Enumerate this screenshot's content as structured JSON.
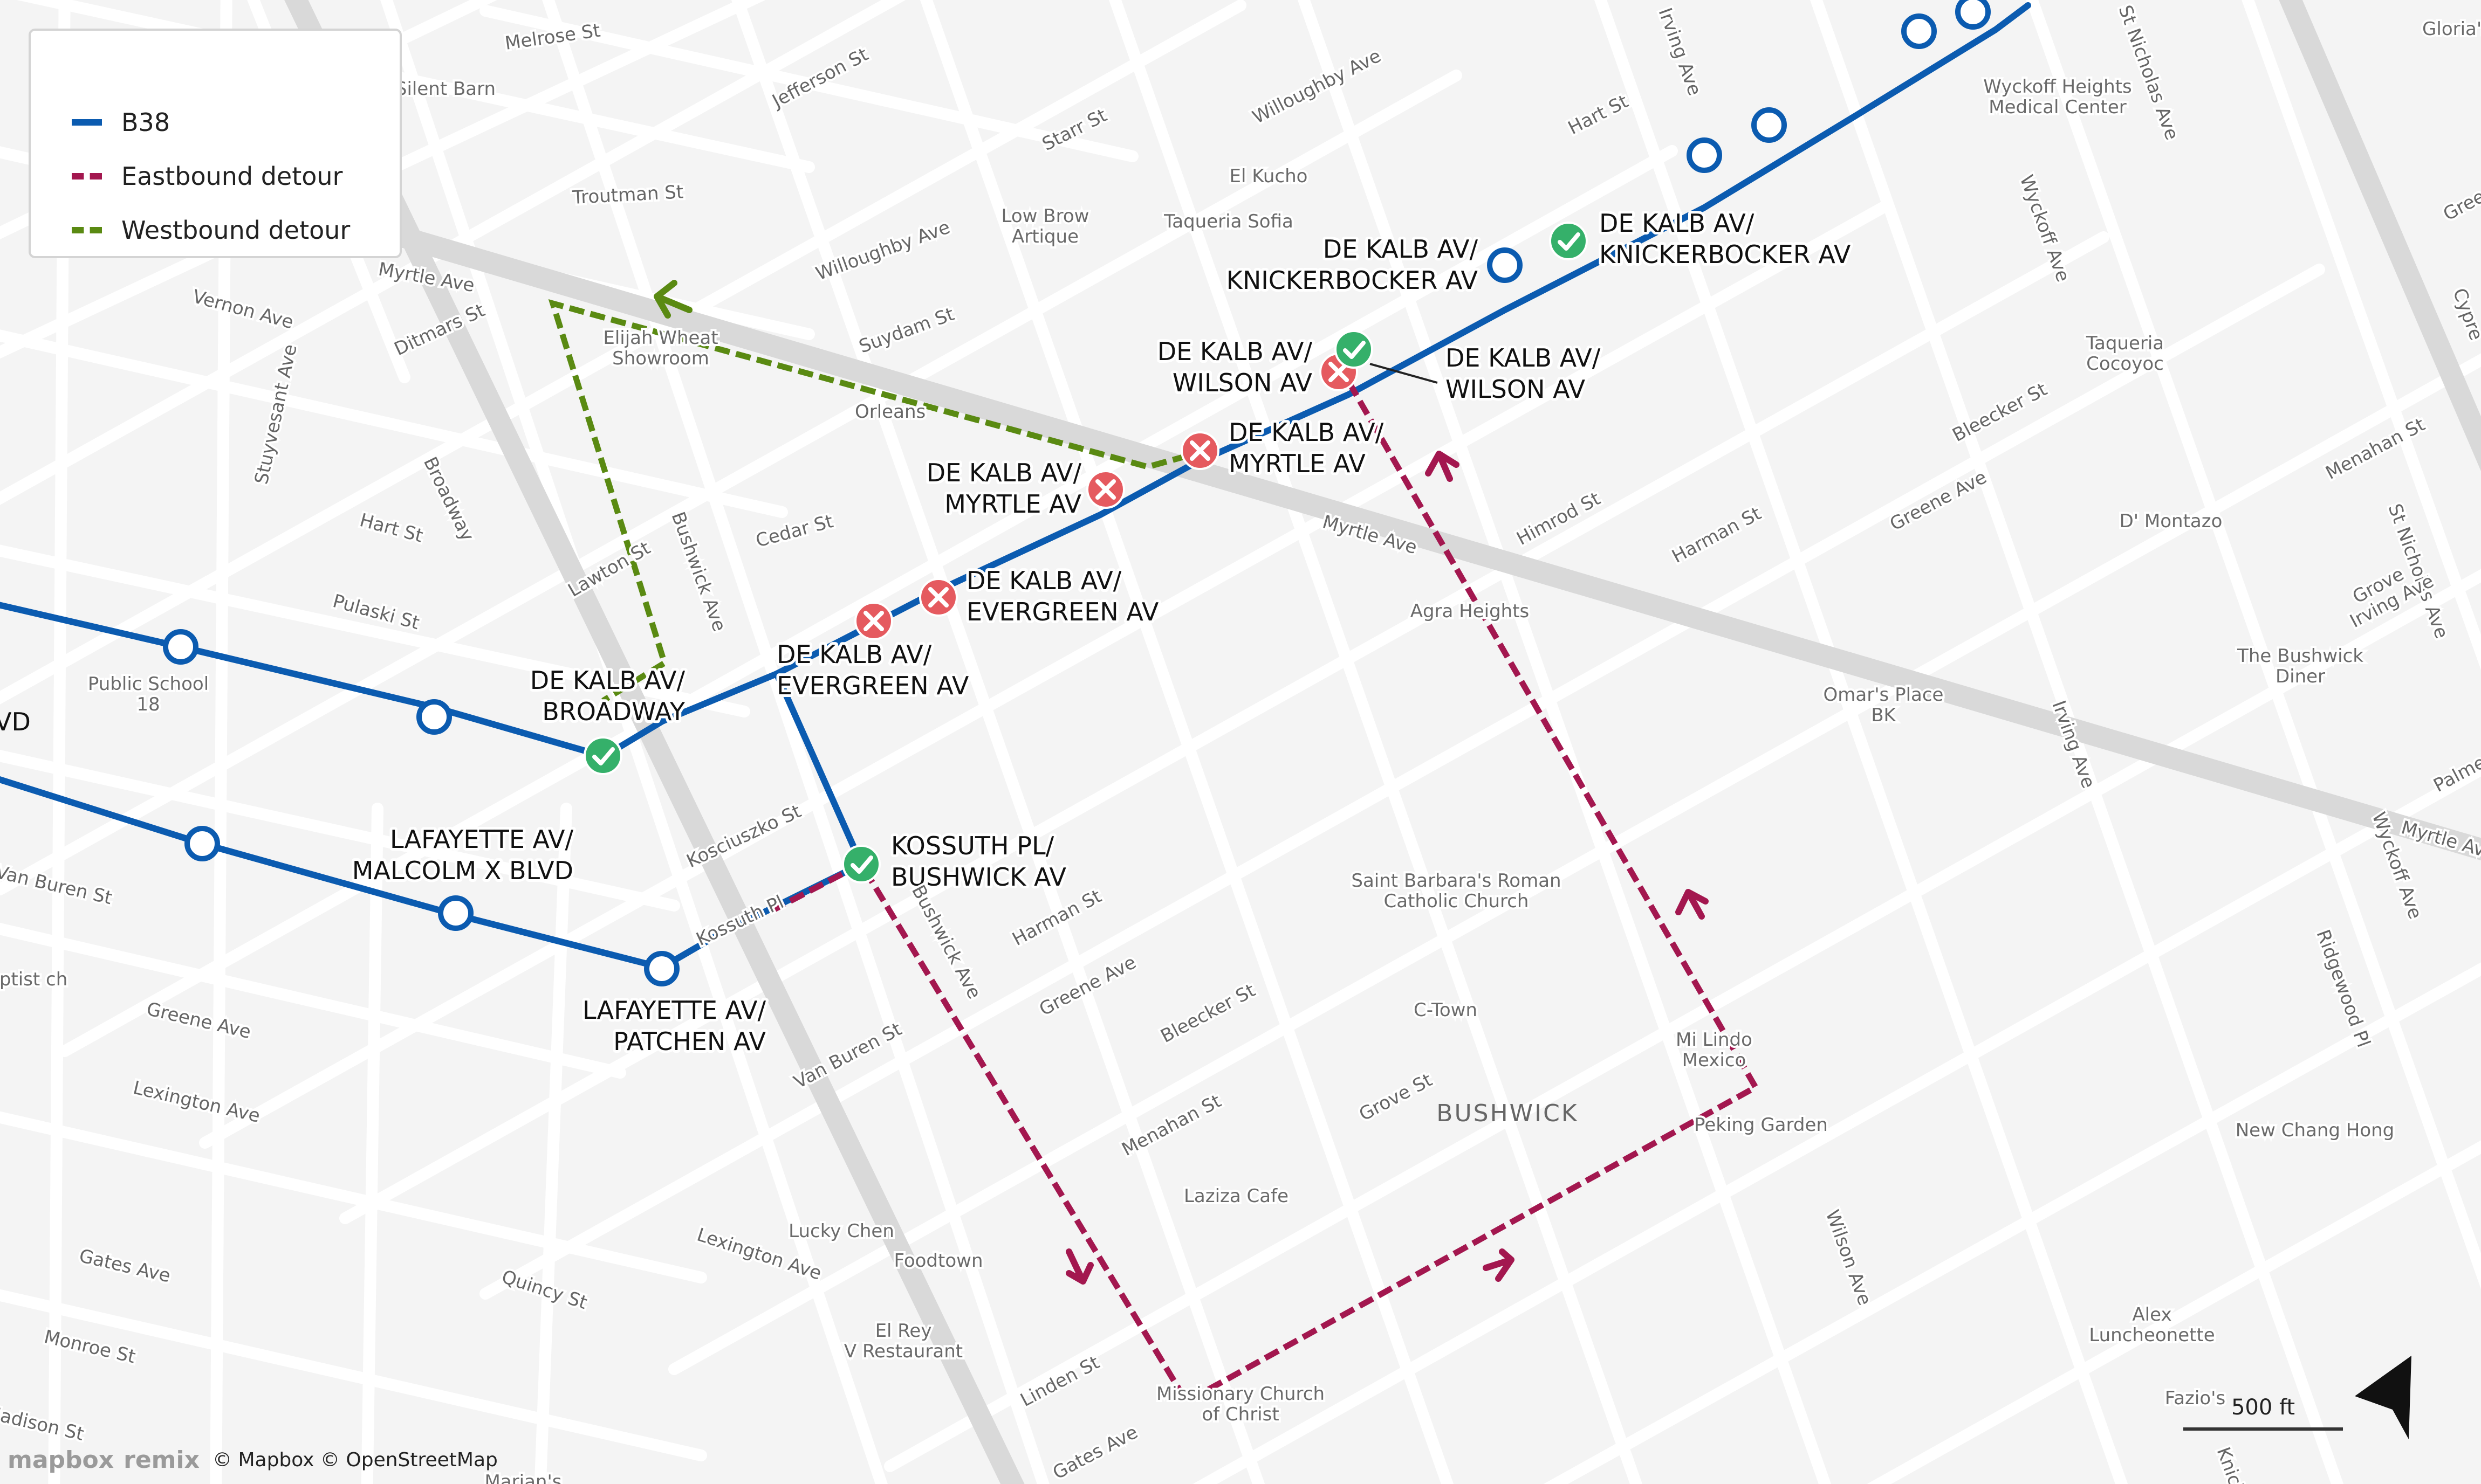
{
  "legend": {
    "items": [
      {
        "label": "B38",
        "color": "#0b5bb0",
        "style": "solid"
      },
      {
        "label": "Eastbound detour",
        "color": "#a3174f",
        "style": "dashed"
      },
      {
        "label": "Westbound detour",
        "color": "#5a8a12",
        "style": "dashed"
      }
    ]
  },
  "colors": {
    "route": "#0b5bb0",
    "eastbound": "#a3174f",
    "westbound": "#5a8a12",
    "stop_closed": "#e55a5f",
    "stop_open": "#35b06a",
    "street": "#ffffff",
    "background": "#f4f4f4"
  },
  "stop_labels": [
    "DE KALB AV/ KNICKERBOCKER AV",
    "DE KALB AV/ KNICKERBOCKER AV",
    "DE KALB AV/ WILSON AV",
    "DE KALB AV/ WILSON AV",
    "DE KALB AV/ MYRTLE AV",
    "DE KALB AV/ MYRTLE AV",
    "DE KALB AV/ EVERGREEN AV",
    "DE KALB AV/ EVERGREEN AV",
    "DE KALB AV/ BROADWAY",
    "KOSSUTH PL/ BUSHWICK AV",
    "LAFAYETTE AV/ MALCOLM X BLVD",
    "LAFAYETTE AV/ PATCHEN AV"
  ],
  "street_labels": [
    "Melrose St",
    "Jefferson St",
    "Willoughby Ave",
    "Starr St",
    "Hart St",
    "Troutman St",
    "Willoughby Ave",
    "Suydam St",
    "Vernon Ave",
    "Ditmars St",
    "Stuyvesant Ave",
    "Broadway",
    "Hart St",
    "Pulaski St",
    "Lawton St",
    "Cedar St",
    "Bushwick Ave",
    "Kosciuszko St",
    "Kossuth Pl",
    "Harman St",
    "Greene Ave",
    "Van Buren St",
    "Bushwick Ave",
    "Bleecker St",
    "Menahan St",
    "Grove St",
    "Himrod St",
    "Harman St",
    "Greene Ave",
    "Bleecker St",
    "Menahan St",
    "Myrtle Ave",
    "Myrtle Ave",
    "Irving Ave",
    "Wyckoff Ave",
    "St Nicholas Ave",
    "Irving Ave",
    "St Nicholas Ave",
    "Wyckoff Ave",
    "Ridgewood Pl",
    "Wilson Ave",
    "Greene Ave",
    "Lexington Ave",
    "Gates Ave",
    "Quincy St",
    "Lexington Ave",
    "Monroe St",
    "Madison St",
    "Linden St",
    "Gates Ave",
    "Myrtle Ave",
    "Van Buren St",
    "Orleans",
    "Irving Ave",
    "Grove",
    "Palme",
    "Cypre",
    "Gree",
    "Knick"
  ],
  "poi_labels": [
    "Silent Barn",
    "El Kucho",
    "Low Brow Artique",
    "Taqueria Sofia",
    "Elijah Wheat Showroom",
    "Wyckoff Heights Medical Center",
    "Taqueria Cocoyoc",
    "D' Montazo",
    "The Bushwick Diner",
    "Omar's Place BK",
    "Agra Heights",
    "Public School 18",
    "Saint Barbara's Roman Catholic Church",
    "C-Town",
    "Mi Lindo Mexico",
    "Peking Garden",
    "Laziza Cafe",
    "Lucky Chen",
    "Foodtown",
    "El Rey V Restaurant",
    "Missionary Church of Christ",
    "Alex Luncheonette",
    "New Chang Hong",
    "Fazio's",
    "Baptist ch",
    "Gloria's",
    "Marian's Brooklyn"
  ],
  "neighborhood_label": "BUSHWICK",
  "edge_labels": [
    "VD"
  ],
  "attribution": {
    "mapbox_logo": "mapbox",
    "remix_logo": "remix",
    "text": "© Mapbox © OpenStreetMap"
  },
  "scale_bar": {
    "label": "500 ft"
  },
  "north_arrow": {
    "icon": "north-arrow-icon"
  }
}
